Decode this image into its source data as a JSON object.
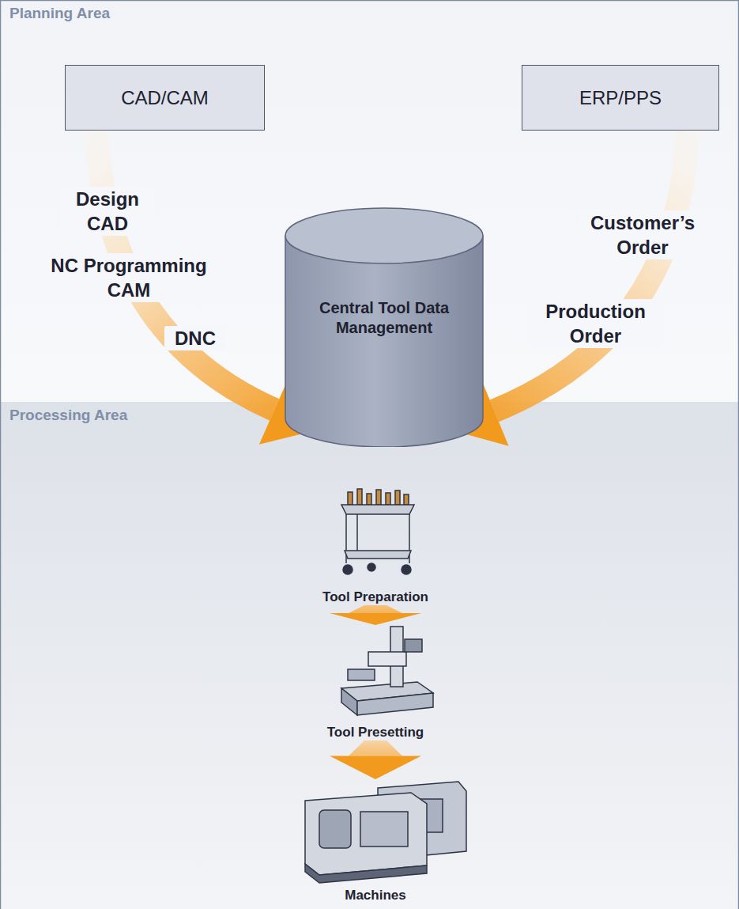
{
  "diagram": {
    "nodes": [
      {
        "text": [
          "Planning Area"
        ]
      },
      {
        "text": [
          "CAD/CAM"
        ],
        "in": 0
      },
      {
        "text": [
          "ERP/PPS"
        ],
        "in": 0
      },
      {
        "text": [
          "Processing Area"
        ]
      },
      {
        "text": [
          "Central Tool Data Management"
        ]
      },
      {
        "text": [
          "Tool Preparation"
        ],
        "in": 3
      },
      {
        "text": [
          "Tool Presetting"
        ],
        "in": 3
      },
      {
        "text": [
          "Machines"
        ],
        "in": 3
      }
    ],
    "edges": [
      {
        "from": 1,
        "to": 4,
        "arrow": "to"
      },
      {
        "from": 2,
        "to": 4,
        "arrow": "to"
      },
      {
        "from": 5,
        "to": 6,
        "arrow": "to"
      },
      {
        "from": 6,
        "to": 7,
        "arrow": "to"
      }
    ],
    "labels": [
      "Design CAD",
      "NC Programming CAM",
      "DNC",
      "Customer’s Order",
      "Production Order"
    ]
  }
}
